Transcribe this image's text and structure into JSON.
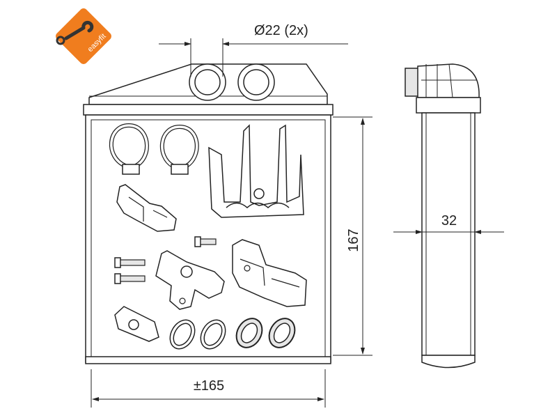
{
  "logo": {
    "text": "easyfit",
    "color": "#f07d1e"
  },
  "dimensions": {
    "pipe_diameter": "Ø22 (2x)",
    "height": "167",
    "width": "±165",
    "depth": "32"
  },
  "colors": {
    "line": "#222222",
    "fill": "#ffffff",
    "shade": "#e6e6e6",
    "logo": "#f07d1e"
  },
  "parts": [
    "clamp",
    "clamp",
    "bracket-large",
    "bracket-small",
    "screw",
    "screw",
    "screw",
    "bracket-center",
    "bracket-right",
    "nut-clip",
    "o-ring",
    "o-ring",
    "o-ring",
    "o-ring"
  ]
}
